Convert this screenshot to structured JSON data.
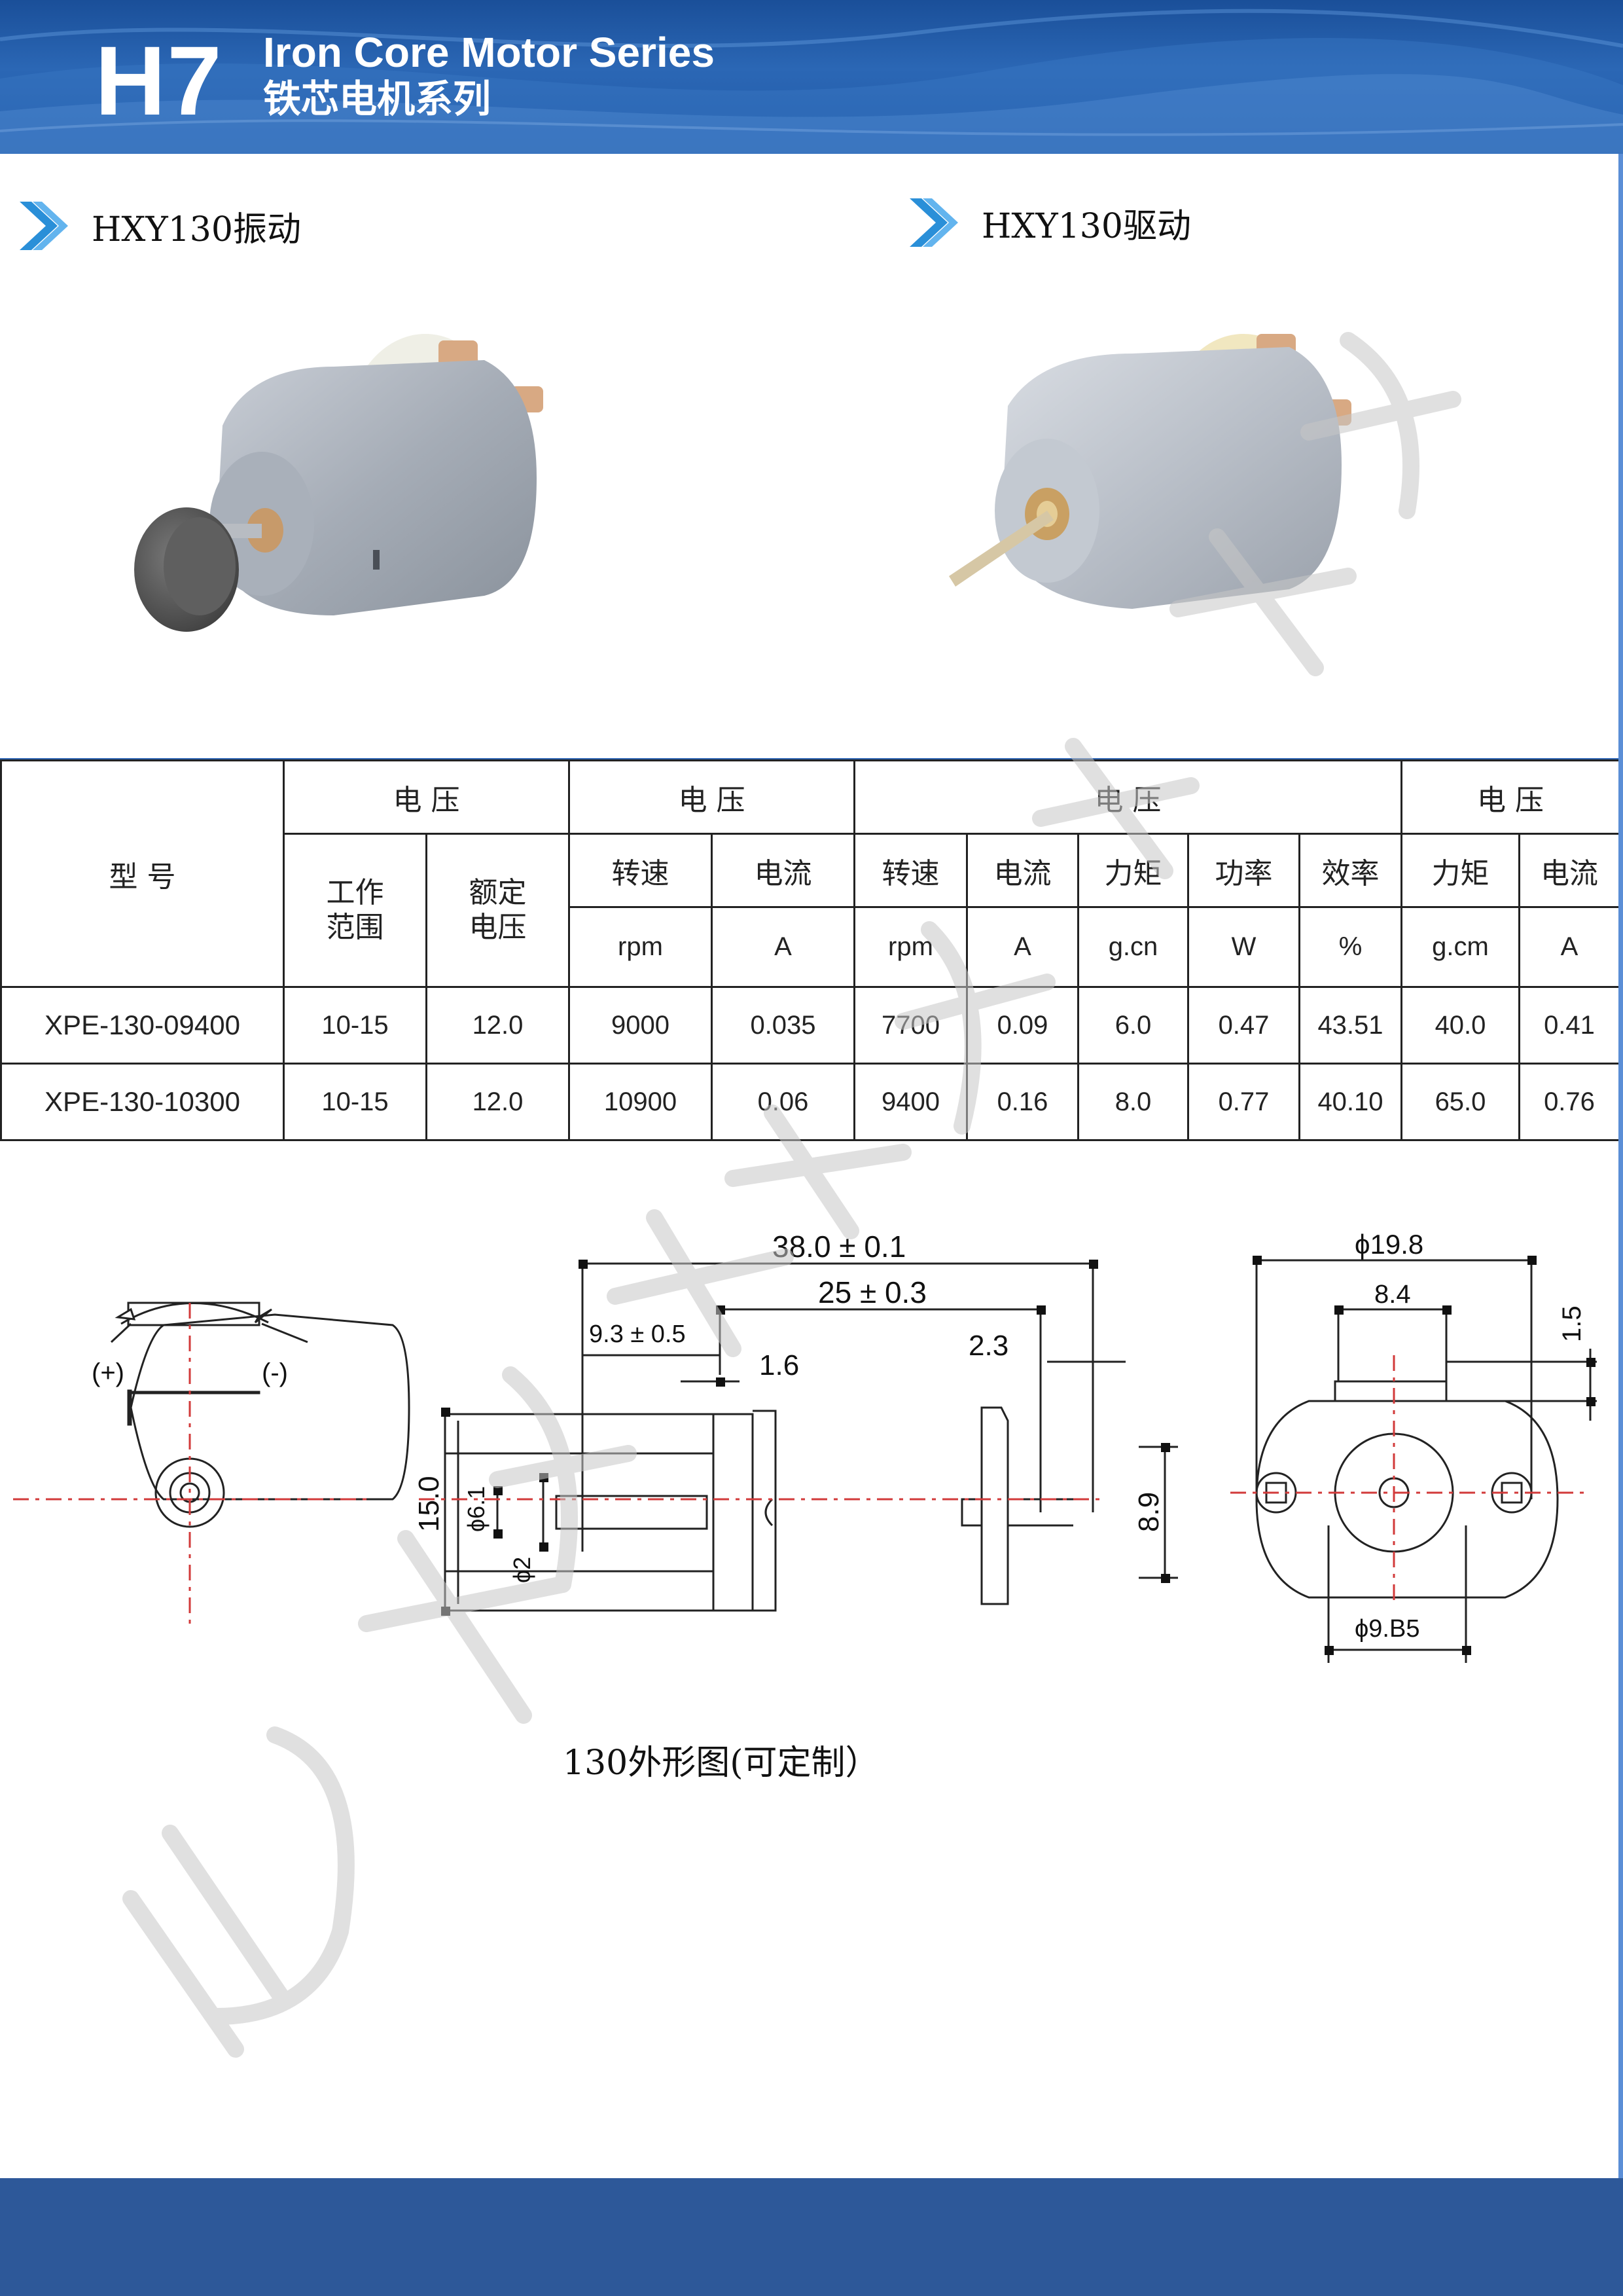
{
  "header": {
    "code": "H7",
    "title_en": "Iron Core Motor Series",
    "title_cn": "铁芯电机系列",
    "colors": {
      "banner": "#1f58a6",
      "footer": "#2d5899"
    }
  },
  "products": [
    {
      "heading": "HXY130振动",
      "icon": "chevron-right-icon"
    },
    {
      "heading": "HXY130驱动",
      "icon": "chevron-right-icon"
    }
  ],
  "table": {
    "model_header": "型 号",
    "groups": [
      "电 压",
      "电 压",
      "电 压",
      "电 压"
    ],
    "sub_headers": {
      "work_range": "工作\n范围",
      "rated_voltage": "额定\n电压",
      "speed_1": "转速",
      "current_1": "电流",
      "speed_2": "转速",
      "current_2": "电流",
      "torque_1": "力矩",
      "power": "功率",
      "efficiency": "效率",
      "torque_2": "力矩",
      "current_3": "电流"
    },
    "units": [
      "rpm",
      "A",
      "rpm",
      "A",
      "g.cn",
      "W",
      "%",
      "g.cm",
      "A"
    ],
    "rows": [
      [
        "XPE-130-09400",
        "10-15",
        "12.0",
        "9000",
        "0.035",
        "7700",
        "0.09",
        "6.0",
        "0.47",
        "43.51",
        "40.0",
        "0.41"
      ],
      [
        "XPE-130-10300",
        "10-15",
        "12.0",
        "10900",
        "0.06",
        "9400",
        "0.16",
        "8.0",
        "0.77",
        "40.10",
        "65.0",
        "0.76"
      ]
    ]
  },
  "drawing": {
    "terminal_plus": "(+)",
    "terminal_minus": "(-)",
    "dim_length": "38.0 ± 0.1",
    "dim_body": "25 ± 0.3",
    "dim_boss": "9.3 ± 0.5",
    "dim_1_6": "1.6",
    "dim_2_3": "2.3",
    "dim_height": "15.0",
    "dim_shaft": "ϕ6.1",
    "dim_shaft2": "ϕ2",
    "dim_8_9": "8.9",
    "dim_dia": "ϕ19.8",
    "dim_8_4": "8.4",
    "dim_1_5": "1.5",
    "dim_bottom": "ϕ9.B5",
    "caption": "130外形图(可定制）"
  }
}
